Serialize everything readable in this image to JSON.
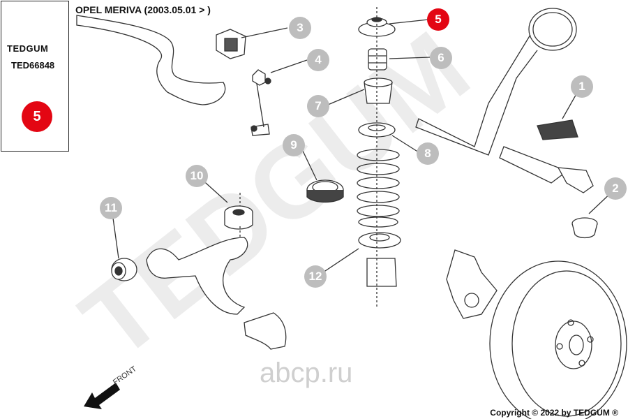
{
  "brand": {
    "logo_text": "TEDGUM",
    "part_code": "TED66848",
    "selected_number": "5",
    "watermark": "TEDGUM"
  },
  "title": "OPEL MERIVA (2003.05.01 > )",
  "callouts": [
    "1",
    "2",
    "3",
    "4",
    "5",
    "6",
    "7",
    "8",
    "9",
    "10",
    "11",
    "12"
  ],
  "active_callout": "5",
  "front_label": "FRONT",
  "watermark_site": "abcp.ru",
  "copyright": "Copyright © 2022 by TEDGUM ®",
  "colors": {
    "active": "#e30613",
    "callout": "#bdbdbd",
    "line": "#333333",
    "watermark": "#e6e6e6"
  }
}
